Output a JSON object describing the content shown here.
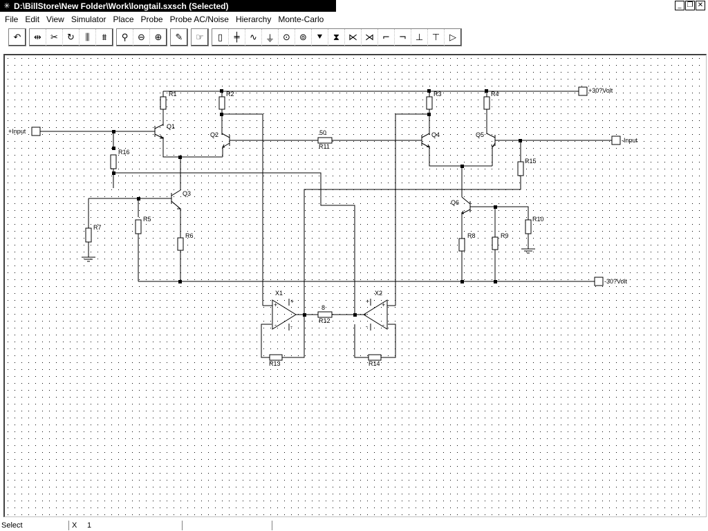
{
  "window": {
    "title": "D:\\BillStore\\New Folder\\Work\\longtail.sxsch (Selected)",
    "controls": {
      "minimize": "_",
      "restore": "❐",
      "close": "✕"
    }
  },
  "menu": [
    "File",
    "Edit",
    "View",
    "Simulator",
    "Place",
    "Probe",
    "Probe AC/Noise",
    "Hierarchy",
    "Monte-Carlo"
  ],
  "toolbar_icons": [
    [
      "undo-icon"
    ],
    [
      "mirror-icon",
      "cut-icon",
      "rotate-icon",
      "flip-icon",
      "bus-icon"
    ],
    [
      "zoom-fit-icon",
      "zoom-out-icon",
      "zoom-in-icon"
    ],
    [
      "pencil-icon"
    ],
    [
      "hand-icon"
    ],
    [
      "resistor-icon",
      "capacitor-icon",
      "inductor-icon",
      "ground-icon",
      "source-icon",
      "current-source-icon",
      "diode-icon",
      "zener-icon",
      "npn-icon",
      "pnp-icon",
      "jfet-n-icon",
      "jfet-p-icon",
      "mosfet-n-icon",
      "mosfet-p-icon",
      "opamp-icon"
    ]
  ],
  "schematic": {
    "labels": {
      "plus_input": "+Input",
      "minus_input": "-Input",
      "vpos": "+30?Volt",
      "vneg": "-30?Volt",
      "r1": "R1",
      "r2": "R2",
      "r3": "R3",
      "r4": "R4",
      "r5": "R5",
      "r6": "R6",
      "r7": "R7",
      "r8": "R8",
      "r9": "R9",
      "r10": "R10",
      "r11": "R11",
      "r11_val": "50",
      "r12": "R12",
      "r12_val": "8",
      "r13": "R13",
      "r14": "R14",
      "r15": "R15",
      "r16": "R16",
      "q1": "Q1",
      "q2": "Q2",
      "q3": "Q3",
      "q4": "Q4",
      "q5": "Q5",
      "q6": "Q6",
      "x1": "X1",
      "x2": "X2",
      "plus_sign": "+",
      "minus_sign": "-"
    }
  },
  "status": {
    "mode": "Select",
    "x_label": "X",
    "x_value": "1"
  }
}
